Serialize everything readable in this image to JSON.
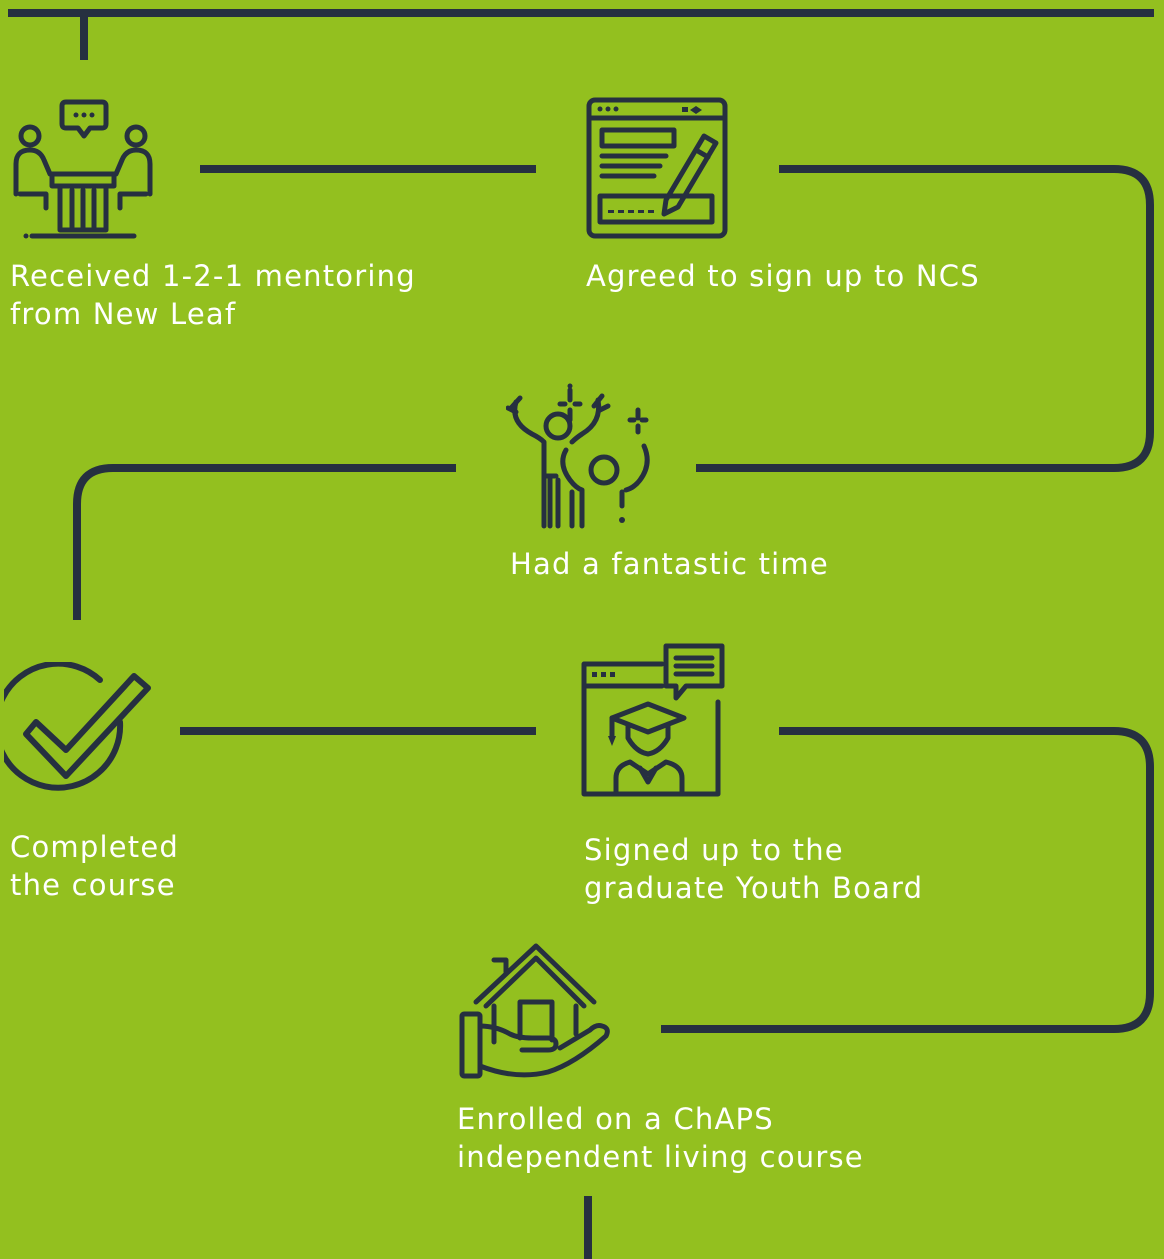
{
  "theme": {
    "background": "#93c01f",
    "line_color": "#263040",
    "text_color": "#ffffff"
  },
  "steps": [
    {
      "lines": [
        "Received 1-2-1 mentoring",
        "from New Leaf"
      ],
      "icon": "mentoring-meeting-icon"
    },
    {
      "lines": [
        "Agreed to sign up to NCS"
      ],
      "icon": "signing-form-icon"
    },
    {
      "lines": [
        "Had a fantastic time"
      ],
      "icon": "celebrating-people-icon"
    },
    {
      "lines": [
        "Completed",
        "the course"
      ],
      "icon": "checkmark-circle-icon"
    },
    {
      "lines": [
        "Signed up to the",
        "graduate Youth Board"
      ],
      "icon": "graduate-online-icon"
    },
    {
      "lines": [
        "Enrolled on a ChAPS",
        "independent living course"
      ],
      "icon": "house-in-hand-icon"
    }
  ]
}
